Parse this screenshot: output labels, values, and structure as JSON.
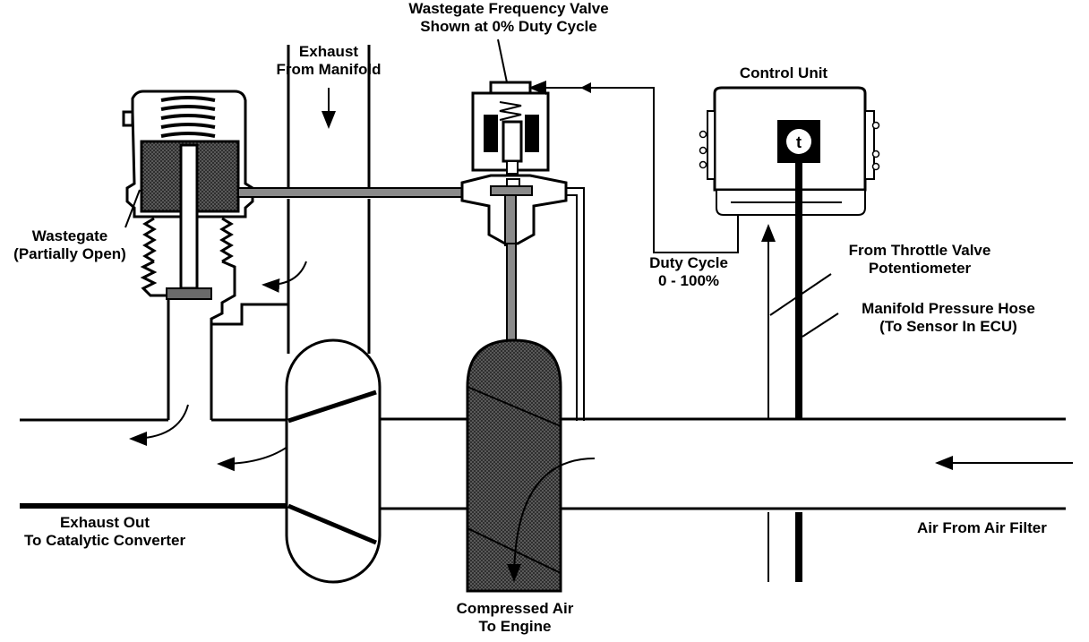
{
  "labels": {
    "wastegate_valve_line1": "Wastegate Frequency Valve",
    "wastegate_valve_line2": "Shown at 0% Duty Cycle",
    "exhaust_line1": "Exhaust",
    "exhaust_line2": "From Manifold",
    "control_unit": "Control Unit",
    "wastegate_line1": "Wastegate",
    "wastegate_line2": "(Partially Open)",
    "duty_cycle_line1": "Duty Cycle",
    "duty_cycle_line2": "0 - 100%",
    "throttle_line1": "From Throttle Valve",
    "throttle_line2": "Potentiometer",
    "manifold_hose_line1": "Manifold Pressure Hose",
    "manifold_hose_line2": "(To Sensor In ECU)",
    "exhaust_out_line1": "Exhaust Out",
    "exhaust_out_line2": "To Catalytic Converter",
    "air_filter": "Air From Air Filter",
    "compressed_line1": "Compressed Air",
    "compressed_line2": "To Engine"
  },
  "icons": {
    "control_unit_symbol": "t"
  }
}
